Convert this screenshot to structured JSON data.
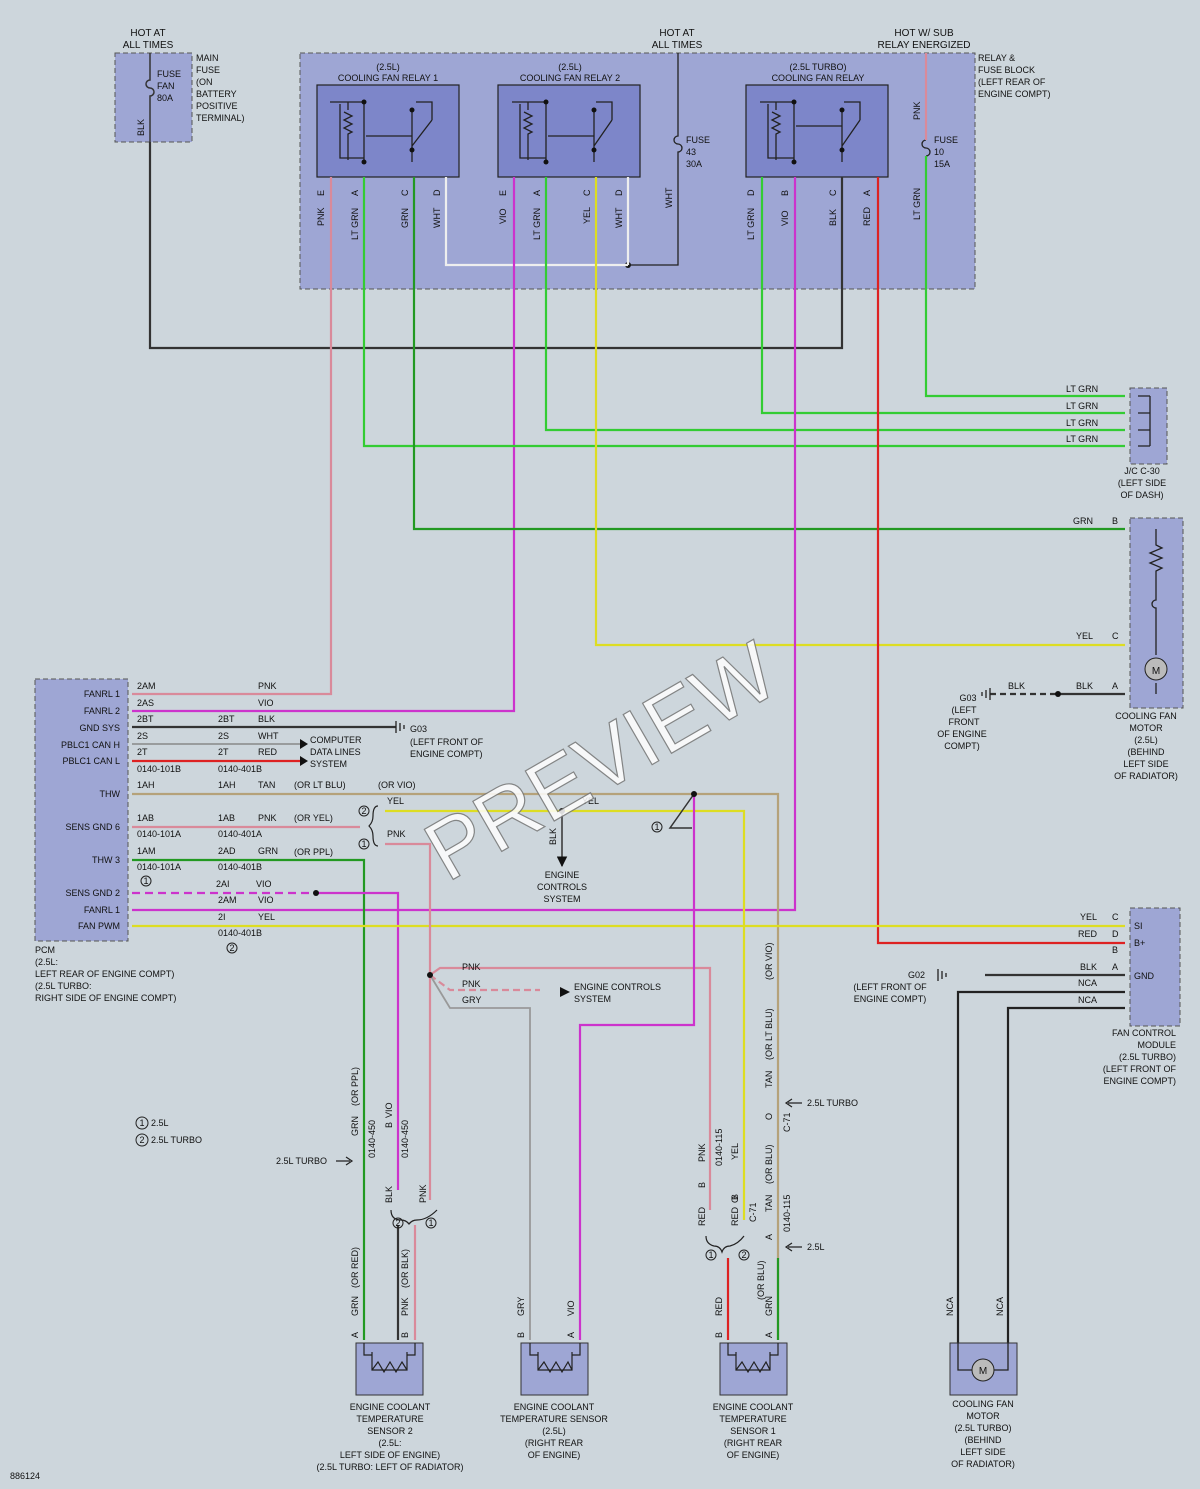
{
  "colors": {
    "PNK": "#d98a9a",
    "VIO": "#cc33cc",
    "LT GRN": "#33cc33",
    "GRN": "#229922",
    "YEL": "#dddd22",
    "WHT": "#f2f2f2",
    "BLK": "#333333",
    "RED": "#dd2222",
    "TAN": "#b5a27a",
    "GRY": "#999999",
    "NCA": "#222222",
    "background": "#cdd6dc",
    "box": "#9ea6d4",
    "relay": "#7d86c9"
  },
  "top": {
    "hot_at_all_times_1": [
      "HOT AT",
      "ALL TIMES"
    ],
    "hot_at_all_times_2": [
      "HOT AT",
      "ALL TIMES"
    ],
    "hot_w_sub": [
      "HOT W/ SUB",
      "RELAY ENERGIZED"
    ]
  },
  "main_fuse": {
    "fuse": [
      "FUSE",
      "FAN",
      "80A"
    ],
    "desc": [
      "MAIN",
      "FUSE",
      "(ON",
      "BATTERY",
      "POSITIVE",
      "TERMINAL)"
    ],
    "wire": "BLK"
  },
  "relay_block": {
    "desc": [
      "RELAY &",
      "FUSE BLOCK",
      "(LEFT REAR OF",
      "ENGINE COMPT)"
    ],
    "relay1": [
      "(2.5L)",
      "COOLING FAN RELAY 1"
    ],
    "relay2": [
      "(2.5L)",
      "COOLING FAN RELAY 2"
    ],
    "relay3": [
      "(2.5L TURBO)",
      "COOLING FAN RELAY"
    ],
    "fuse43": [
      "FUSE",
      "43",
      "30A"
    ],
    "fuse10": [
      "FUSE",
      "10",
      "15A"
    ],
    "r1_pins": [
      "E",
      "A",
      "C",
      "D"
    ],
    "r1_wires": [
      "PNK",
      "LT GRN",
      "GRN",
      "WHT"
    ],
    "r2_pins": [
      "E",
      "A",
      "C",
      "D"
    ],
    "r2_wires": [
      "VIO",
      "LT GRN",
      "YEL",
      "WHT"
    ],
    "r3_pins": [
      "D",
      "B",
      "C",
      "A"
    ],
    "r3_wires": [
      "LT GRN",
      "VIO",
      "BLK",
      "RED"
    ],
    "fuse43_wire": "WHT",
    "fuse10_wires": [
      "PNK",
      "LT GRN"
    ]
  },
  "jc": {
    "wires": [
      "LT GRN",
      "LT GRN",
      "LT GRN",
      "LT GRN"
    ],
    "desc": [
      "J/C C-30",
      "(LEFT SIDE",
      "OF DASH)"
    ]
  },
  "fan_motor_25": {
    "pins": [
      {
        "wire": "GRN",
        "pin": "B"
      },
      {
        "wire": "YEL",
        "pin": "C"
      },
      {
        "wire": "BLK",
        "pin": "A"
      }
    ],
    "ground_wire": "BLK",
    "ground": [
      "G03",
      "(LEFT",
      "FRONT",
      "OF ENGINE",
      "COMPT)"
    ],
    "desc": [
      "COOLING FAN",
      "MOTOR",
      "(2.5L)",
      "(BEHIND",
      "LEFT SIDE",
      "OF RADIATOR)"
    ],
    "motor_symbol": "M"
  },
  "pcm": {
    "pins": [
      "FANRL 1",
      "FANRL 2",
      "GND SYS",
      "PBLC1 CAN H",
      "PBLC1 CAN L",
      "THW",
      "SENS GND 6",
      "THW 3",
      "SENS GND 2",
      "FANRL 1",
      "FAN PWM"
    ],
    "desc": [
      "PCM",
      "(2.5L:",
      "LEFT REAR OF ENGINE COMPT)",
      "(2.5L TURBO:",
      "RIGHT SIDE OF ENGINE COMPT)"
    ],
    "rows": [
      {
        "c1": "2AM",
        "c2": "",
        "c3": "PNK",
        "c4": ""
      },
      {
        "c1": "2AS",
        "c2": "",
        "c3": "VIO",
        "c4": ""
      },
      {
        "c1": "2BT",
        "c2": "2BT",
        "c3": "BLK",
        "c4": ""
      },
      {
        "c1": "2S",
        "c2": "2S",
        "c3": "WHT",
        "c4": ""
      },
      {
        "c1": "2T",
        "c2": "2T",
        "c3": "RED",
        "c4": ""
      },
      {
        "c1": "0140-101B",
        "c2": "0140-401B",
        "c3": "",
        "c4": ""
      },
      {
        "c1": "1AH",
        "c2": "1AH",
        "c3": "TAN",
        "c4": "(OR LT BLU)"
      },
      {
        "c1": "1AB",
        "c2": "1AB",
        "c3": "PNK",
        "c4": "(OR YEL)"
      },
      {
        "c1": "0140-101A",
        "c2": "0140-401A",
        "c3": "",
        "c4": ""
      },
      {
        "c1": "1AM",
        "c2": "2AD",
        "c3": "GRN",
        "c4": "(OR PPL)"
      },
      {
        "c1": "0140-101A",
        "c2": "0140-401B",
        "c3": "",
        "c4": ""
      },
      {
        "c1": "",
        "c2": "2AI",
        "c3": "VIO",
        "c4": ""
      },
      {
        "c1": "",
        "c2": "2AM",
        "c3": "VIO",
        "c4": ""
      },
      {
        "c1": "",
        "c2": "2I",
        "c3": "YEL",
        "c4": ""
      },
      {
        "c1": "",
        "c2": "0140-401B",
        "c3": "",
        "c4": ""
      }
    ],
    "marker1": "1",
    "marker2": "2"
  },
  "mid": {
    "g03": [
      "G03",
      "(LEFT FRONT OF",
      "ENGINE COMPT)"
    ],
    "computer_data": [
      "COMPUTER",
      "DATA LINES",
      "SYSTEM"
    ],
    "or_vio": "(OR VIO)",
    "yel_a": "YEL",
    "yel_b": "YEL",
    "pnk_a": "PNK",
    "blk_vert": "BLK",
    "engine_controls_1": [
      "ENGINE",
      "CONTROLS",
      "SYSTEM"
    ],
    "pnk_b": "PNK",
    "pnk_c": "PNK",
    "gry": "GRY",
    "engine_controls_2": [
      "ENGINE CONTROLS",
      "SYSTEM"
    ],
    "marker1": "1",
    "marker2": "2"
  },
  "fcm": {
    "pins": [
      {
        "wire": "YEL",
        "pin": "C",
        "label": "SI"
      },
      {
        "wire": "RED",
        "pin": "D",
        "label": "B+"
      },
      {
        "wire": "",
        "pin": "B",
        "label": ""
      },
      {
        "wire": "BLK",
        "pin": "A",
        "label": "GND"
      },
      {
        "wire": "NCA",
        "pin": "",
        "label": ""
      },
      {
        "wire": "NCA",
        "pin": "",
        "label": ""
      }
    ],
    "ground": [
      "G02",
      "(LEFT FRONT OF",
      "ENGINE COMPT)"
    ],
    "desc": [
      "FAN CONTROL",
      "MODULE",
      "(2.5L TURBO)",
      "(LEFT FRONT OF",
      "ENGINE COMPT)"
    ]
  },
  "legend": {
    "one": {
      "marker": "1",
      "text": "2.5L"
    },
    "two": {
      "marker": "2",
      "text": "2.5L TURBO"
    }
  },
  "sensor2": {
    "turbo": "2.5L TURBO",
    "vert_labels": [
      "GRN",
      "(OR PPL)",
      "0140-450",
      "B",
      "VIO",
      "0140-450",
      "BLK",
      "PNK"
    ],
    "low_labels": [
      "(OR RED)",
      "GRN",
      "A",
      "(OR BLK)",
      "PNK",
      "B"
    ],
    "markers": [
      "2",
      "1"
    ],
    "desc": [
      "ENGINE COOLANT",
      "TEMPERATURE",
      "SENSOR 2",
      "(2.5L:",
      "LEFT SIDE OF ENGINE)",
      "(2.5L TURBO: LEFT OF RADIATOR)"
    ]
  },
  "sensor_mid": {
    "labels": [
      "GRY",
      "B",
      "VIO",
      "A"
    ],
    "desc": [
      "ENGINE COOLANT",
      "TEMPERATURE SENSOR",
      "(2.5L)",
      "(RIGHT REAR",
      "OF ENGINE)"
    ]
  },
  "sensor1": {
    "turbo": "2.5L TURBO",
    "l25": "2.5L",
    "vert_labels": [
      "PNK",
      "B",
      "0140-115",
      "YEL",
      "(OR LT BLU)",
      "TAN",
      "O",
      "C-71",
      "(OR VIO)",
      "RED",
      "B",
      "RED",
      "O",
      "C-71",
      "(OR BLU)",
      "TAN",
      "0140-115",
      "A"
    ],
    "low_labels": [
      "RED",
      "B",
      "(OR BLU)",
      "GRN",
      "A"
    ],
    "markers": [
      "1",
      "2"
    ],
    "desc": [
      "ENGINE COOLANT",
      "TEMPERATURE",
      "SENSOR 1",
      "(RIGHT REAR",
      "OF ENGINE)"
    ]
  },
  "fan_motor_turbo": {
    "wires": [
      "NCA",
      "NCA"
    ],
    "motor_symbol": "M",
    "desc": [
      "COOLING FAN",
      "MOTOR",
      "(2.5L TURBO)",
      "(BEHIND",
      "LEFT SIDE",
      "OF RADIATOR)"
    ]
  },
  "code": "886124",
  "watermark": "PREVIEW"
}
